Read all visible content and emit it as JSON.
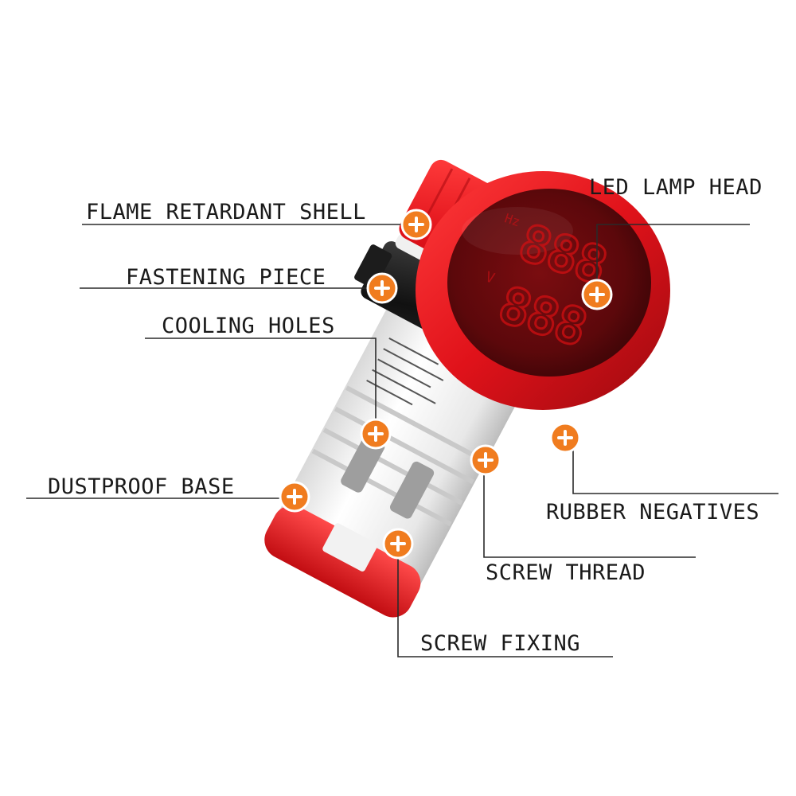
{
  "device": {
    "display_top": "888",
    "display_bottom": "888",
    "unit_top": "Hz",
    "unit_bottom": "V"
  },
  "callouts": [
    {
      "id": "led-lamp-head",
      "label": "LED LAMP HEAD"
    },
    {
      "id": "flame-retardant-shell",
      "label": "FLAME RETARDANT SHELL"
    },
    {
      "id": "fastening-piece",
      "label": "FASTENING PIECE"
    },
    {
      "id": "cooling-holes",
      "label": "COOLING HOLES"
    },
    {
      "id": "dustproof-base",
      "label": "DUSTPROOF BASE"
    },
    {
      "id": "rubber-negatives",
      "label": "RUBBER NEGATIVES"
    },
    {
      "id": "screw-thread",
      "label": "SCREW THREAD"
    },
    {
      "id": "screw-fixing",
      "label": "SCREW FIXING"
    }
  ],
  "colors": {
    "marker": "#f07c1f",
    "lens": "#e0121a",
    "body": "#f4f4f4",
    "nut": "#1c1c1c"
  }
}
